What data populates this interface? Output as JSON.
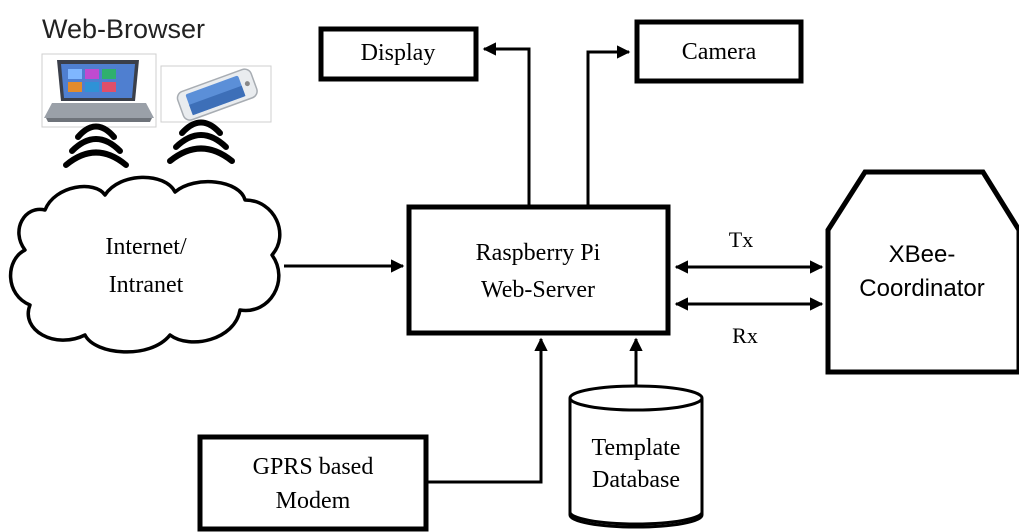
{
  "header": {
    "title": "Web-Browser"
  },
  "nodes": {
    "display": {
      "label": "Display"
    },
    "camera": {
      "label": "Camera"
    },
    "internet": {
      "line1": "Internet/",
      "line2": "Intranet"
    },
    "server": {
      "line1": "Raspberry Pi",
      "line2": "Web-Server"
    },
    "xbee": {
      "line1": "XBee-",
      "line2": "Coordinator"
    },
    "gprs": {
      "line1": "GPRS based",
      "line2": "Modem"
    },
    "database": {
      "line1": "Template",
      "line2": "Database"
    }
  },
  "links": {
    "tx": "Tx",
    "rx": "Rx"
  },
  "devices": [
    {
      "name": "laptop",
      "icon": "laptop-icon"
    },
    {
      "name": "smartphone",
      "icon": "smartphone-icon"
    }
  ]
}
